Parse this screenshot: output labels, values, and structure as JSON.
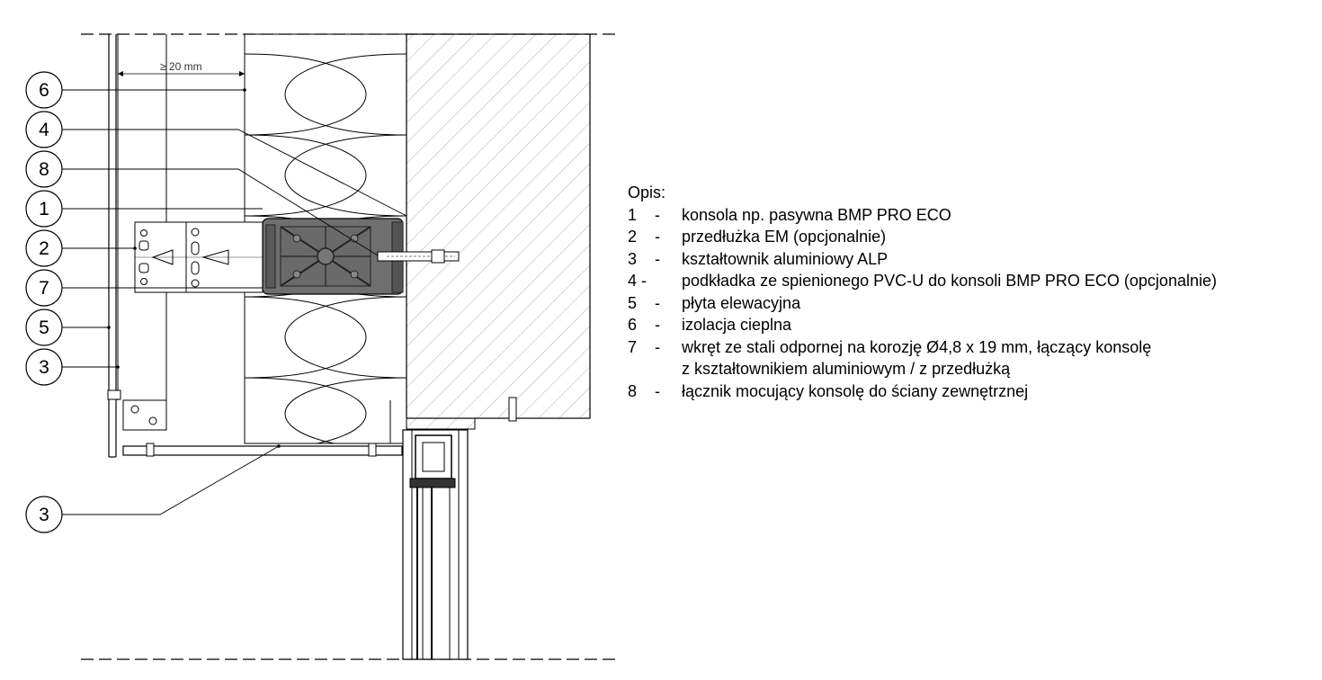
{
  "drawing": {
    "dimension_label": "≥ 20 mm",
    "callouts": [
      {
        "number": "6"
      },
      {
        "number": "4"
      },
      {
        "number": "8"
      },
      {
        "number": "1"
      },
      {
        "number": "2"
      },
      {
        "number": "7"
      },
      {
        "number": "5"
      },
      {
        "number": "3"
      },
      {
        "number": "3"
      }
    ]
  },
  "legend": {
    "title": "Opis:",
    "items": [
      {
        "number": "1",
        "dash": "-",
        "text": "konsola np. pasywna BMP PRO ECO"
      },
      {
        "number": "2",
        "dash": "-",
        "text": "przedłużka EM (opcjonalnie)"
      },
      {
        "number": "3",
        "dash": "-",
        "text": "kształtownik aluminiowy ALP"
      },
      {
        "number": "4 -",
        "dash": "",
        "text": "podkładka ze spienionego PVC-U do konsoli BMP PRO ECO (opcjonalnie)"
      },
      {
        "number": "5",
        "dash": "-",
        "text": "płyta elewacyjna"
      },
      {
        "number": "6",
        "dash": "-",
        "text": "izolacja cieplna"
      },
      {
        "number": "7",
        "dash": "-",
        "text": "wkręt ze stali odpornej na korozję Ø4,8 x 19 mm, łączący konsolę",
        "continuation": "z kształtownikiem aluminiowym / z przedłużką"
      },
      {
        "number": "8",
        "dash": "-",
        "text": "łącznik mocujący konsolę do ściany zewnętrznej"
      }
    ]
  }
}
